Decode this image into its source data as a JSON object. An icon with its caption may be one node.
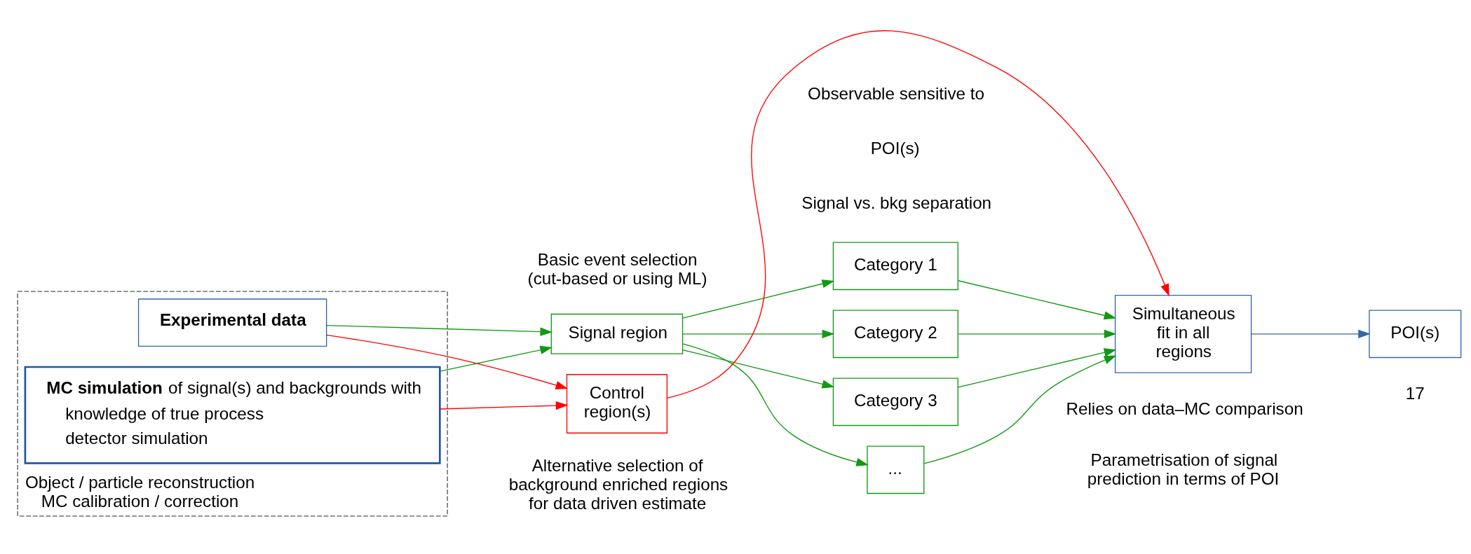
{
  "diagram": {
    "nodes": [
      {
        "text": [],
        "shape": "box",
        "beside": [
          "Object / particle reconstruction",
          "MC calibration / correction"
        ]
      },
      {
        "text": [
          "**Experimental data**"
        ],
        "in": 0
      },
      {
        "text": [
          "**MC simulation** of signal(s) and backgrounds with",
          "knowledge of true process",
          "detector simulation"
        ],
        "in": 0
      },
      {
        "text": [
          "Signal region"
        ],
        "beside": [
          "Basic event selection (cut-based or using ML)"
        ]
      },
      {
        "text": [
          "Control region(s)"
        ],
        "beside": [
          "Alternative selection of background enriched regions for data driven estimate"
        ]
      },
      {
        "text": [
          "Category 1"
        ]
      },
      {
        "text": [
          "Category 2"
        ]
      },
      {
        "text": [
          "Category 3"
        ]
      },
      {
        "text": [
          "..."
        ]
      },
      {
        "text": [
          "Simultaneous fit in all regions"
        ],
        "beside": [
          "Relies on data–MC comparison",
          "Parametrisation of signal prediction in terms of POI"
        ]
      },
      {
        "text": [
          "POI(s)"
        ]
      }
    ],
    "edges": [
      {
        "from": 1,
        "to": 3,
        "arrow": "to"
      },
      {
        "from": 2,
        "to": 3,
        "arrow": "to"
      },
      {
        "from": 1,
        "to": 4,
        "arrow": "to",
        "color": "#ff0000"
      },
      {
        "from": 2,
        "to": 4,
        "arrow": "to",
        "color": "#ff0000"
      },
      {
        "from": 3,
        "to": 5,
        "arrow": "to"
      },
      {
        "from": 3,
        "to": 6,
        "arrow": "to"
      },
      {
        "from": 3,
        "to": 7,
        "arrow": "to"
      },
      {
        "from": 3,
        "to": 8,
        "arrow": "to"
      },
      {
        "from": 5,
        "to": 9,
        "arrow": "to"
      },
      {
        "from": 6,
        "to": 9,
        "arrow": "to"
      },
      {
        "from": 7,
        "to": 9,
        "arrow": "to"
      },
      {
        "from": 8,
        "to": 9,
        "arrow": "to"
      },
      {
        "from": 4,
        "to": 9,
        "arrow": "to",
        "color": "#ff0000"
      },
      {
        "from": 9,
        "to": 10,
        "arrow": "to",
        "color": "#3366aa"
      }
    ],
    "labels": [
      "Observable sensitive to",
      "POI(s)",
      "Signal vs. bkg separation",
      "17"
    ]
  }
}
